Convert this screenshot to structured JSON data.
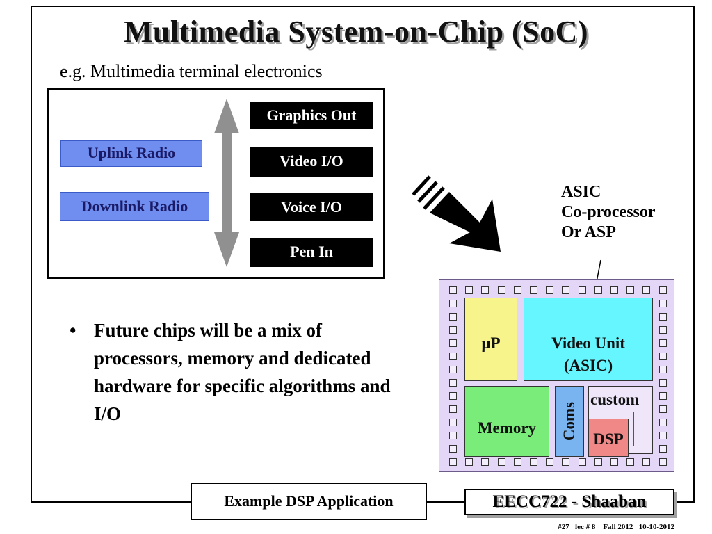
{
  "title": "Multimedia System-on-Chip (SoC)",
  "subtitle": "e.g. Multimedia terminal electronics",
  "terminal": {
    "uplink": "Uplink Radio",
    "downlink": "Downlink Radio",
    "io_boxes": [
      "Graphics Out",
      "Video I/O",
      "Voice I/O",
      "Pen In"
    ]
  },
  "asic_label": [
    "ASIC",
    "Co-processor",
    "Or ASP"
  ],
  "chip": {
    "up": "μP",
    "video_unit": [
      "Video Unit",
      "(ASIC)"
    ],
    "custom": "custom",
    "coms": "Coms",
    "memory": "Memory",
    "dsp": "DSP"
  },
  "bullet": {
    "marker": "•",
    "text": "Future chips will be a mix of processors, memory and dedicated hardware for specific algorithms and I/O"
  },
  "footer": {
    "left_box": "Example DSP Application",
    "right_box": "EECC722 - Shaaban",
    "meta": "#27   lec # 8    Fall 2012   10-10-2012"
  },
  "colors": {
    "radio_fill": "#6f8ef0",
    "chip_fill": "#e4d6f7",
    "up_fill": "#f6f48a",
    "video_fill": "#66f6ff",
    "memory_fill": "#79ec79",
    "coms_fill": "#7ab4f0",
    "dsp_fill": "#f08888",
    "custom_fill": "#efe6fa",
    "arrow_gray": "#909090"
  }
}
